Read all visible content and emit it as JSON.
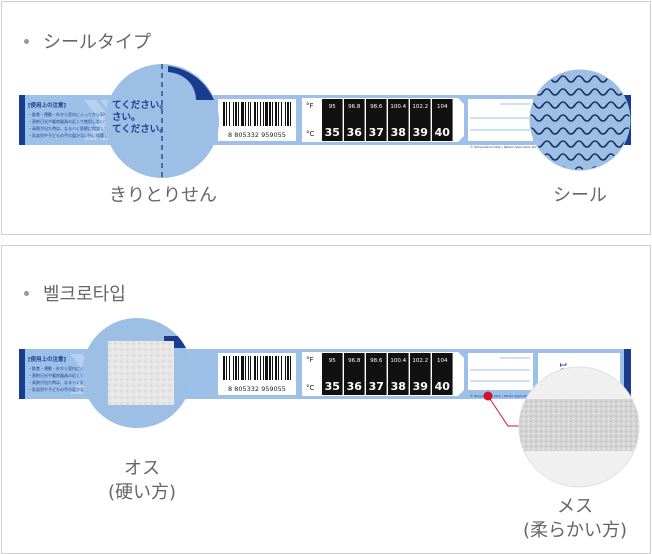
{
  "section_seal": {
    "heading": "シールタイプ",
    "label_tear": "きりとりせん",
    "label_seal": "シール"
  },
  "section_velcro": {
    "heading": "벨크로타입",
    "label_hook_line1": "オス",
    "label_hook_line2": "(硬い方)",
    "label_loop_line1": "メス",
    "label_loop_line2": "(柔らかい方)"
  },
  "band": {
    "notice_title": "[使用上の注意]",
    "notice_lines": [
      "・飲食・運動・外から室内に入ってから30分後に",
      "・直射日光や暖房器具の近くで使用しないでください。",
      "・高熱が出た時は、なるべく医師に相談してください。",
      "・乳幼児や子どもの手の届かない所に保管してください。"
    ],
    "big_text_lines": [
      "てください。",
      "さい。",
      "てください。"
    ],
    "barcode_number": "8 805332 959055",
    "temp_f_unit": "°F",
    "temp_c_unit": "°C",
    "temp_f_values": [
      "95",
      "96.8",
      "98.6",
      "100.4",
      "102.2",
      "104"
    ],
    "temp_c_values": [
      "35",
      "36",
      "37",
      "38",
      "39",
      "40"
    ],
    "fineprint": "© Temperature Strip / Patent Application No. 10-2019-0000000",
    "side_mark": "100"
  },
  "colors": {
    "band_fill": "#9dc0e8",
    "band_edge": "#1a3c8c",
    "circle_fill": "#9dbfe6",
    "pointer_red": "#d2112b"
  }
}
